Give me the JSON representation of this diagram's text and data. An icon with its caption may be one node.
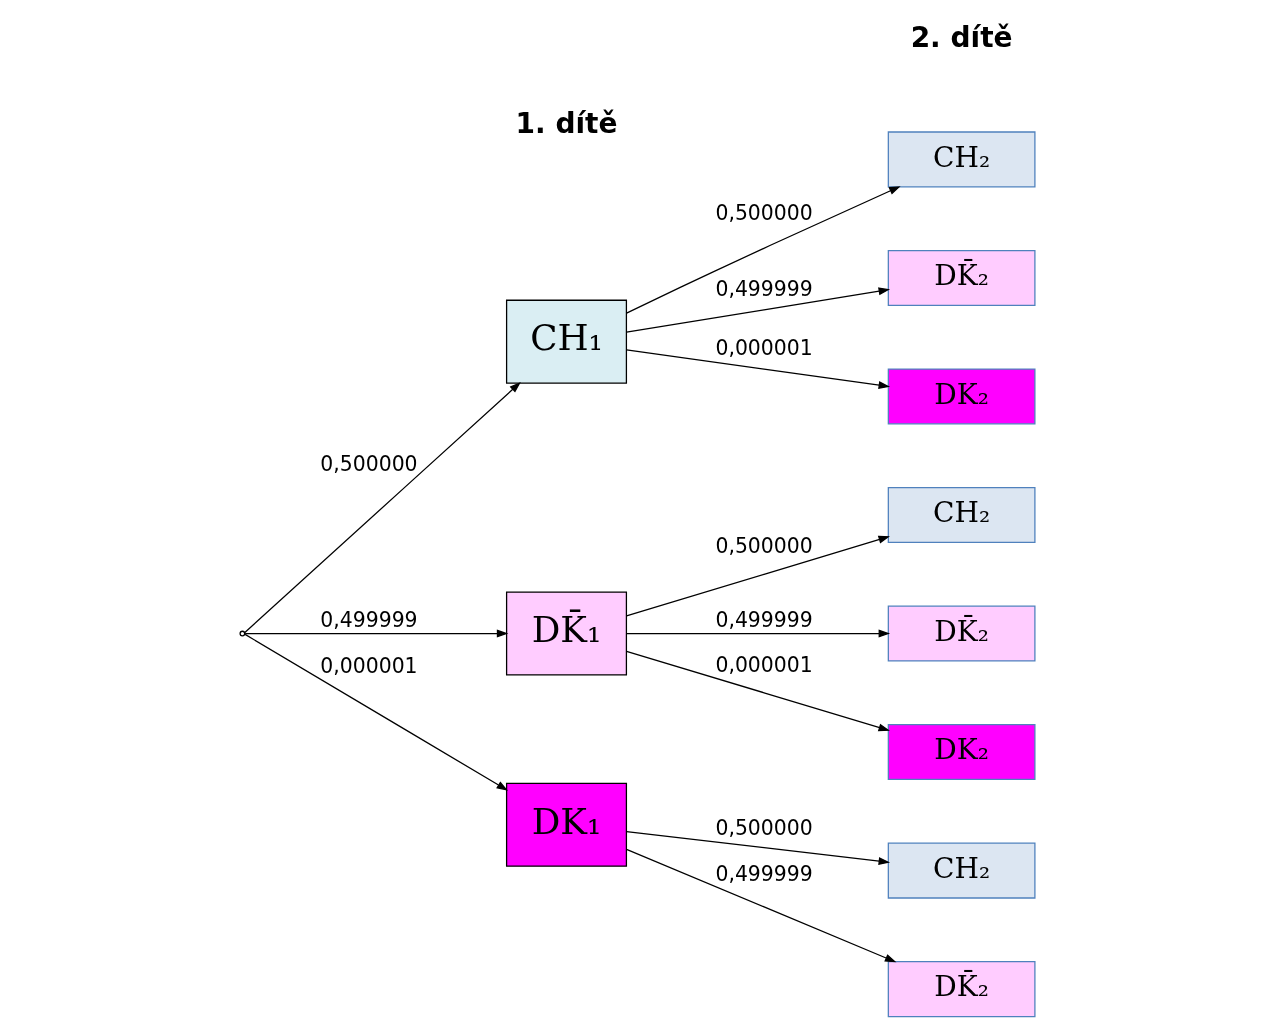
{
  "diagram": {
    "nodes": [
      {
        "text": [],
        "shape": "point"
      },
      {
        "text": [
          "CH₁"
        ]
      },
      {
        "text": [
          "DK̄₁"
        ]
      },
      {
        "text": [
          "DK₁"
        ]
      },
      {
        "text": [
          "CH₂"
        ]
      },
      {
        "text": [
          "DK̄₂"
        ]
      },
      {
        "text": [
          "DK₂"
        ]
      },
      {
        "text": [
          "CH₂"
        ]
      },
      {
        "text": [
          "DK̄₂"
        ]
      },
      {
        "text": [
          "DK₂"
        ]
      },
      {
        "text": [
          "CH₂"
        ]
      },
      {
        "text": [
          "DK̄₂"
        ]
      }
    ],
    "edges": [
      {
        "from": 0,
        "to": 1,
        "arrow": "to",
        "label": "0,500000"
      },
      {
        "from": 0,
        "to": 2,
        "arrow": "to",
        "label": "0,499999"
      },
      {
        "from": 0,
        "to": 3,
        "arrow": "to",
        "label": "0,000001"
      },
      {
        "from": 1,
        "to": 4,
        "arrow": "to",
        "label": "0,500000"
      },
      {
        "from": 1,
        "to": 5,
        "arrow": "to",
        "label": "0,499999"
      },
      {
        "from": 1,
        "to": 6,
        "arrow": "to",
        "label": "0,000001"
      },
      {
        "from": 2,
        "to": 7,
        "arrow": "to",
        "label": "0,500000"
      },
      {
        "from": 2,
        "to": 8,
        "arrow": "to",
        "label": "0,499999"
      },
      {
        "from": 2,
        "to": 9,
        "arrow": "to",
        "label": "0,000001"
      },
      {
        "from": 3,
        "to": 10,
        "arrow": "to",
        "label": "0,500000"
      },
      {
        "from": 3,
        "to": 11,
        "arrow": "to",
        "label": "0,499999"
      }
    ],
    "labels": [
      "1. dítě",
      "2. dítě"
    ]
  }
}
